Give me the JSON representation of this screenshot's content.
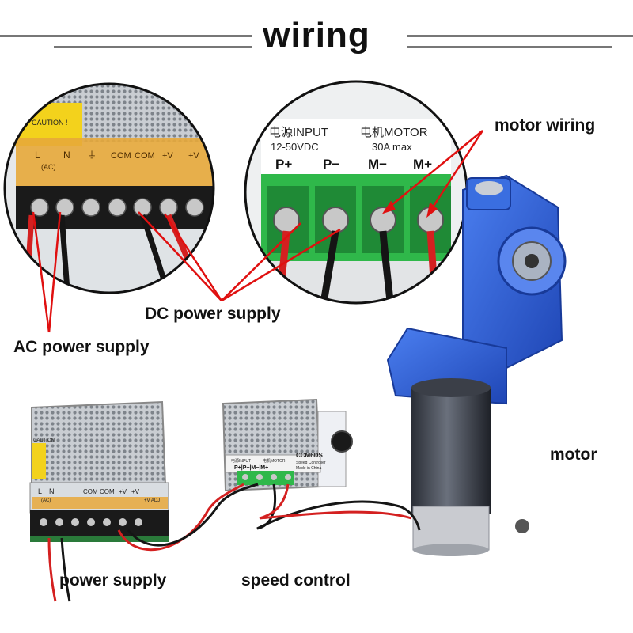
{
  "title": "wiring",
  "labels": {
    "motor_wiring": "motor wiring",
    "dc_power_supply": "DC power supply",
    "ac_power_supply": "AC power supply",
    "motor": "motor",
    "power_supply": "power supply",
    "speed_control": "speed control"
  },
  "closeup_left": {
    "caution": "CAUTION !",
    "terminals": [
      "L",
      "N",
      "⏚",
      "COM",
      "COM",
      "+V",
      "+V"
    ],
    "ac": "(AC)"
  },
  "closeup_right": {
    "header_left": "电源INPUT",
    "header_right": "电机MOTOR",
    "voltage": "12-50VDC",
    "current": "30A max",
    "terminals": [
      "P+",
      "P−",
      "M−",
      "M+"
    ]
  },
  "controller": {
    "model": "CCM6DS",
    "line1": "Speed Controller",
    "line2": "Made in China",
    "input": "电源INPUT",
    "motor_label": "电机MOTOR",
    "terminals": "P+|P−|M−|M+"
  },
  "psu": {
    "caution": "CAUTION",
    "terminals": [
      "L",
      "N",
      "COM",
      "COM",
      "+V",
      "+V"
    ],
    "ac": "(AC)",
    "adj": "+V ADJ"
  },
  "colors": {
    "arrow": "#e01010",
    "motor_blue": "#2f5fd0",
    "terminal_green": "#2fb84a",
    "wire_red": "#d42020",
    "wire_black": "#151515"
  }
}
